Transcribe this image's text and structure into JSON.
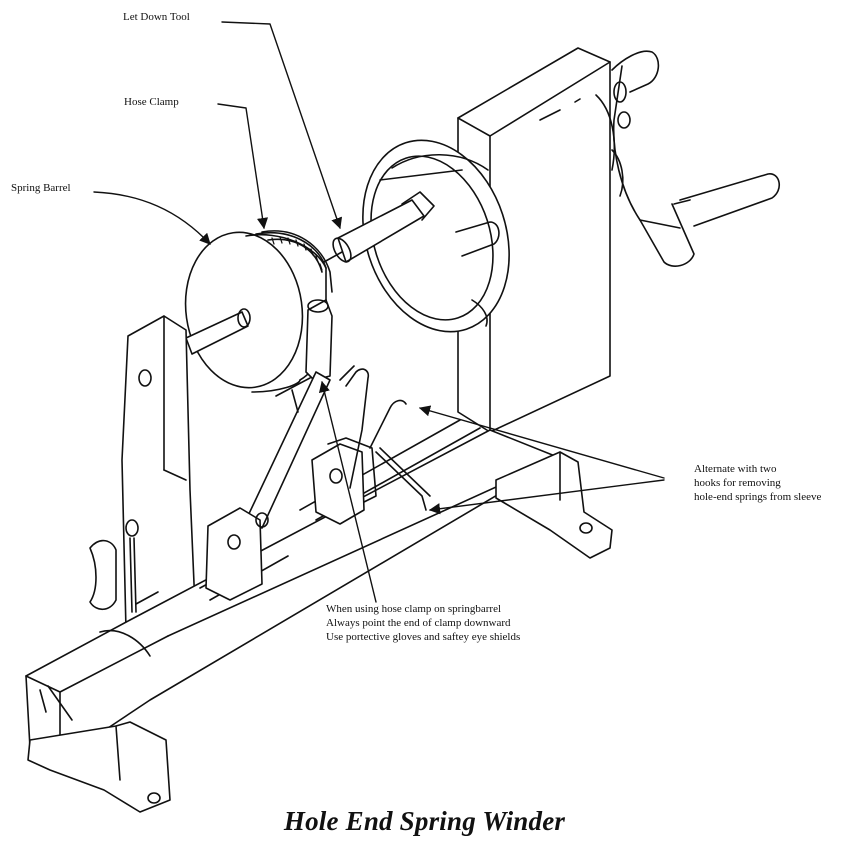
{
  "labels": {
    "let_down_tool": "Let Down Tool",
    "hose_clamp": "Hose Clamp",
    "spring_barrel": "Spring Barrel",
    "alternate_hooks": [
      "Alternate with two",
      "hooks for removing",
      "hole-end springs from sleeve"
    ],
    "hose_clamp_notes": [
      "When using hose clamp on springbarrel",
      "Always point the end of clamp downward",
      "Use portective gloves and saftey eye shields"
    ]
  },
  "title": "Hole End Spring Winder",
  "colors": {
    "ink": "#111111",
    "paper": "#ffffff"
  }
}
